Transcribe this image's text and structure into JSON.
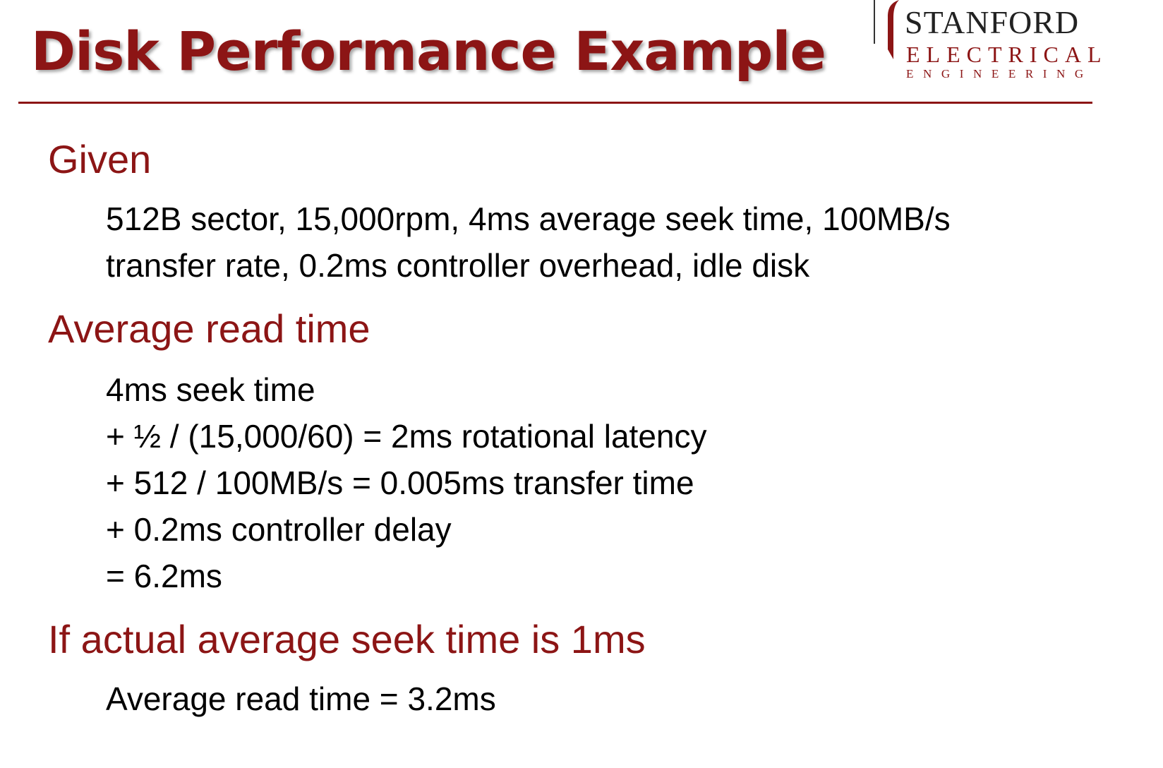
{
  "title": "Disk Performance Example",
  "logo": {
    "line1": "STANFORD",
    "line2": "ELECTRICAL",
    "line3": "ENGINEERING"
  },
  "colors": {
    "accent": "#8c1515",
    "text": "#000000"
  },
  "sections": [
    {
      "heading": "Given",
      "lines": [
        "512B sector, 15,000rpm, 4ms average seek time, 100MB/s",
        "transfer rate, 0.2ms controller overhead, idle disk"
      ]
    },
    {
      "heading": "Average read time",
      "lines": [
        "4ms seek time",
        "+ ½ / (15,000/60) = 2ms rotational latency",
        "+ 512 / 100MB/s = 0.005ms transfer time",
        "+ 0.2ms controller delay",
        "= 6.2ms"
      ]
    },
    {
      "heading": "If actual average seek time is 1ms",
      "lines": [
        "Average read time = 3.2ms"
      ]
    }
  ]
}
